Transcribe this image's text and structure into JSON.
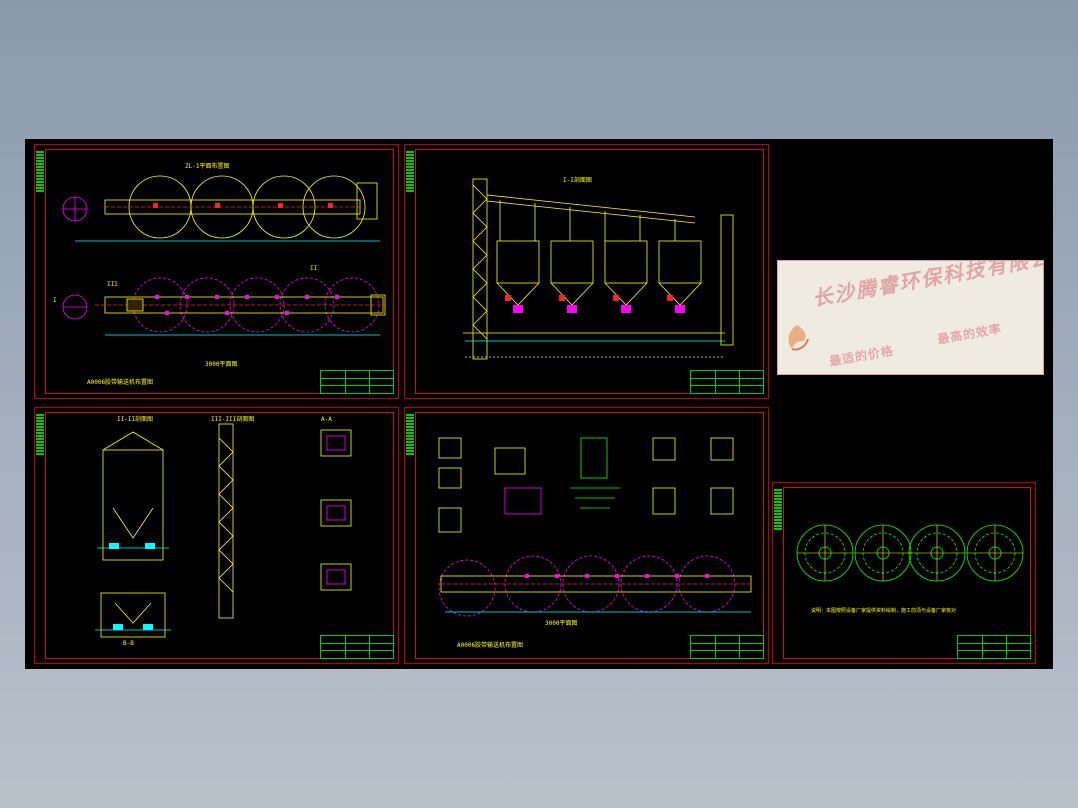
{
  "sheets": {
    "s1": {
      "label_top": "ZL-1平面布置图",
      "label_mid": "3000平面图",
      "label_bottom": "A0006胶带输送机布置图",
      "section_a": "I",
      "section_b": "II",
      "section_c": "III"
    },
    "s2": {
      "label_top": "I-I剖面图"
    },
    "s3": {
      "label_a": "II-II剖面图",
      "label_b": "III-III剖面图",
      "label_c": "A-A",
      "label_d": "B-B"
    },
    "s4": {
      "label_main": "3000平面图",
      "label_bottom": "A0006胶带输送机布置图"
    },
    "s5": {
      "note": "说明：本图按照设备厂家提供资料绘制，施工前须与设备厂家核对"
    }
  },
  "watermark": {
    "company": "长沙腾睿环保科技有限公司",
    "slogan1": "最适的价格",
    "slogan2": "最高的效率"
  },
  "colors": {
    "background": "#000000",
    "frame": "#c00000",
    "yellow": "#ffff00",
    "magenta": "#ff00ff",
    "green": "#00ff00",
    "cyan": "#00ffff",
    "red": "#ff2020",
    "watermark_bg": "#efebe0"
  }
}
